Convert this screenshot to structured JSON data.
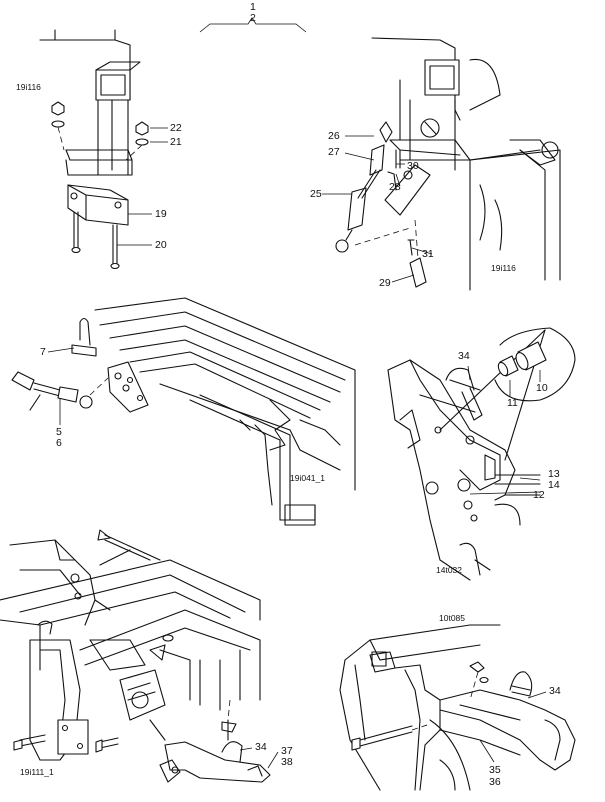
{
  "header_callout": {
    "line1": "1",
    "line2": "2"
  },
  "panels": {
    "hitch_left": {
      "ref": "19i116",
      "callouts": [
        "22",
        "21",
        "19",
        "20"
      ]
    },
    "hitch_right": {
      "ref": "19i116",
      "callouts": [
        "26",
        "27",
        "30",
        "28",
        "25",
        "31",
        "29"
      ]
    },
    "beam_mid": {
      "ref": "19i041_1",
      "callouts": [
        "7",
        "5",
        "6"
      ]
    },
    "bracket_right": {
      "ref": "14t032",
      "callouts": [
        "34",
        "10",
        "11",
        "13",
        "14",
        "12"
      ]
    },
    "frame_bottom_left": {
      "ref": "19i111_1",
      "callouts": [
        "34",
        "37",
        "38"
      ]
    },
    "arm_bottom_right": {
      "ref": "10t085",
      "callouts": [
        "34",
        "35",
        "36"
      ]
    }
  }
}
